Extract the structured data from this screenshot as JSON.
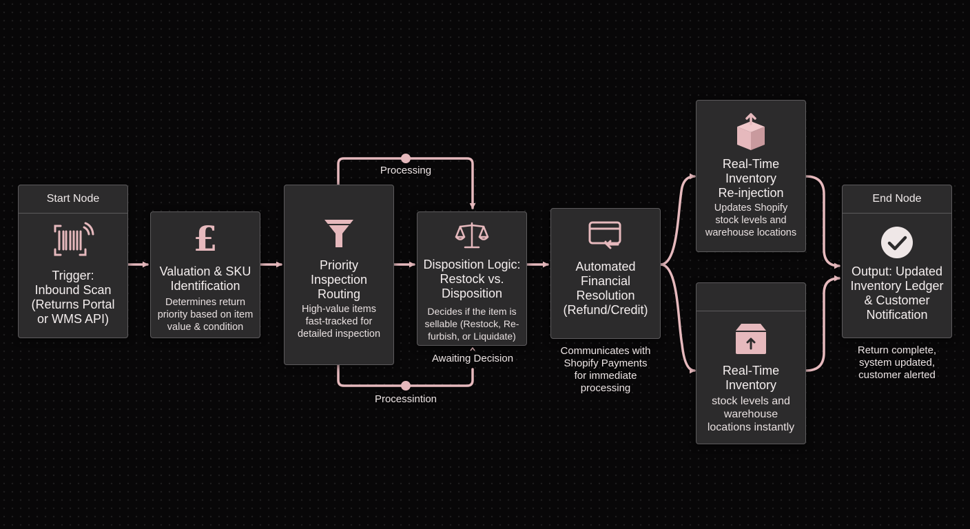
{
  "nodes": {
    "start": {
      "header": "Start Node",
      "title": "Trigger:\nInbound Scan\n(Returns Portal\nor WMS API)"
    },
    "valuation": {
      "title": "Valuation & SKU\nIdentification",
      "desc": "Determines return\npriority based on item\nvalue & condition"
    },
    "priority": {
      "title": "Priority\nInspection\nRouting",
      "desc": "High-value items\nfast-tracked for\ndetailed inspection"
    },
    "disposition": {
      "title": "Disposition Logic:\nRestock vs.\nDisposition",
      "desc": "Decides if the item is\nsellable (Restock, Re-\nfurbish, or Liquidate)"
    },
    "financial": {
      "title": "Automated\nFinancial\nResolution\n(Refund/Credit)",
      "note": "Communicates with\nShopify Payments\nfor immediate\nprocessing"
    },
    "reinjection": {
      "title": "Real-Time\nInventory\nRe-injection",
      "desc": "Updates Shopify\nstock levels and\nwarehouse locations"
    },
    "inventory": {
      "title": "Real-Time\nInventory",
      "desc": "stock levels and\nwarehouse\nlocations instantly"
    },
    "end": {
      "header": "End Node",
      "title": "Output: Updated\nInventory Ledger\n& Customer\nNotification",
      "note": "Return complete,\nsystem updated,\ncustomer alerted"
    }
  },
  "labels": {
    "processing_top": "Processing",
    "processing_bottom": "Processintion",
    "awaiting": "Awaiting Decision"
  },
  "icons": {
    "start": "barcode-scan-icon",
    "valuation": "pound-sign-icon",
    "priority": "funnel-icon",
    "disposition": "scales-icon",
    "financial": "card-refund-icon",
    "reinjection": "box-export-icon",
    "inventory": "box-import-icon",
    "end": "check-circle-icon"
  },
  "colors": {
    "accent": "#e6b9bd",
    "node_bg": "#2c2b2c",
    "node_border": "#5d5b5d",
    "background": "#080708"
  }
}
